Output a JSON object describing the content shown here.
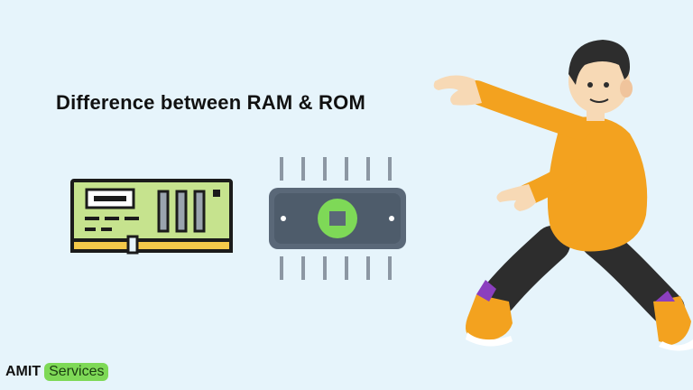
{
  "heading": "Difference between RAM & ROM",
  "brand": {
    "primary": "AMIT",
    "secondary": "Services"
  },
  "illustrations": [
    "ram-module-icon",
    "rom-chip-icon",
    "pointing-person-figure"
  ],
  "colors": {
    "background": "#e6f4fb",
    "brand_badge": "#7ed957",
    "ram_board": "#c6e38e",
    "chip_body": "#5a6878",
    "chip_core": "#7ed957",
    "sweater": "#f3a21f"
  }
}
